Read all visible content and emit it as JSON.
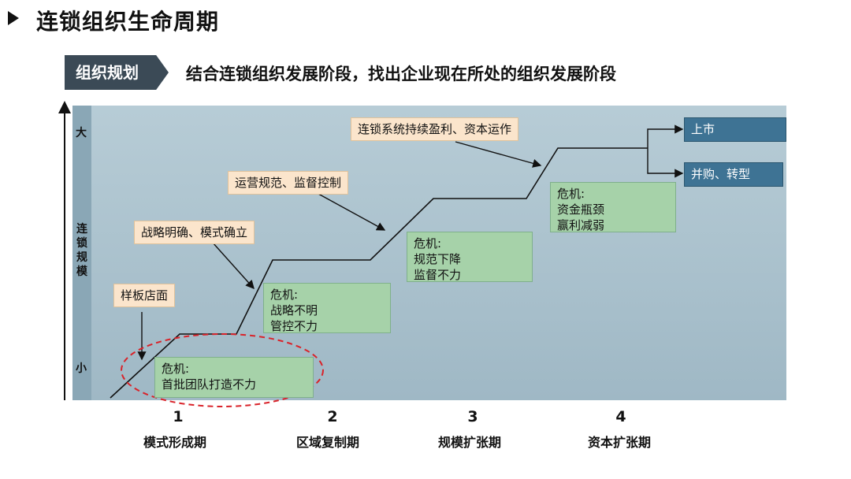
{
  "header": {
    "title": "连锁组织生命周期"
  },
  "section": {
    "tag": "组织规划",
    "description": "结合连锁组织发展阶段，找出企业现在所处的组织发展阶段"
  },
  "axis": {
    "y_big": "大",
    "y_small": "小",
    "y_name": "连锁规模"
  },
  "callouts": {
    "model_store": "样板店面",
    "strategy": "战略明确、模式确立",
    "operations": "运营规范、监督控制",
    "profit": "连锁系统持续盈利、资本运作"
  },
  "crises": [
    {
      "title": "危机:",
      "lines": [
        "首批团队打造不力"
      ]
    },
    {
      "title": "危机:",
      "lines": [
        "战略不明",
        "管控不力"
      ]
    },
    {
      "title": "危机:",
      "lines": [
        "规范下降",
        "监督不力"
      ]
    },
    {
      "title": "危机:",
      "lines": [
        "资金瓶颈",
        "赢利减弱"
      ]
    }
  ],
  "outcomes": {
    "listing": "上市",
    "merger": "并购、转型"
  },
  "stages": [
    {
      "num": "1",
      "name": "模式形成期"
    },
    {
      "num": "2",
      "name": "区域复制期"
    },
    {
      "num": "3",
      "name": "规模扩张期"
    },
    {
      "num": "4",
      "name": "资本扩张期"
    }
  ],
  "colors": {
    "background": "#a9c1cd",
    "tag": "#3b4a56",
    "crisis": "#a6d2a9",
    "callout": "#fbe5cc",
    "outcome": "#3e7394",
    "ellipse": "#d9232a"
  }
}
